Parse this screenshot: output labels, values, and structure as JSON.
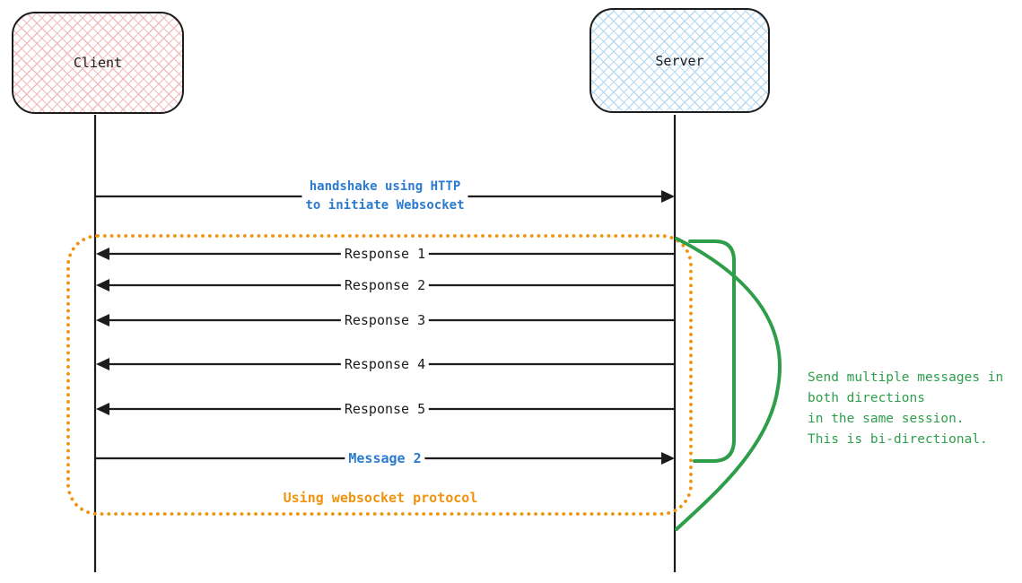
{
  "diagram": {
    "actors": {
      "client": {
        "label": "Client"
      },
      "server": {
        "label": "Server"
      }
    },
    "messages": [
      {
        "id": "handshake",
        "label": "handshake using HTTP\nto initiate Websocket",
        "from": "Client",
        "to": "Server"
      },
      {
        "id": "response-1",
        "label": "Response 1",
        "from": "Server",
        "to": "Client"
      },
      {
        "id": "response-2",
        "label": "Response 2",
        "from": "Server",
        "to": "Client"
      },
      {
        "id": "response-3",
        "label": "Response 3",
        "from": "Server",
        "to": "Client"
      },
      {
        "id": "response-4",
        "label": "Response 4",
        "from": "Server",
        "to": "Client"
      },
      {
        "id": "response-5",
        "label": "Response 5",
        "from": "Server",
        "to": "Client"
      },
      {
        "id": "message-2",
        "label": "Message 2",
        "from": "Client",
        "to": "Server"
      }
    ],
    "group_label": "Using websocket protocol",
    "note": "Send multiple messages in\nboth directions\nin the same session.\nThis is bi-directional.",
    "colors": {
      "accent_blue": "#2b7bd0",
      "accent_orange": "#f0940f",
      "accent_green": "#2e9e4b",
      "line_black": "#1c1c1c",
      "client_hatch": "#f0bcbf",
      "server_hatch": "#b5daf2"
    }
  }
}
